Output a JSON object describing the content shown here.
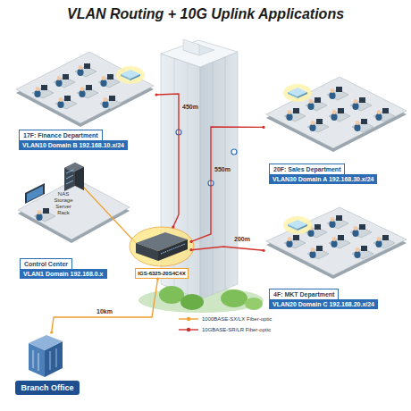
{
  "diagram": {
    "title": "VLAN Routing + 10G Uplink Applications",
    "nodes": [
      {
        "text": [
          "17F: Finance Department",
          "VLAN10 Domain B 192.168.10.x/24"
        ]
      },
      {
        "text": [
          "20F: Sales Department",
          "VLAN30 Domain A 192.168.30.x/24"
        ]
      },
      {
        "text": [
          "Control Center",
          "VLAN1 Domain 192.168.0.x"
        ]
      },
      {
        "text": [
          "IGS-6325-20S4C4X"
        ]
      },
      {
        "text": [
          "4F: MKT Department",
          "VLAN20 Domain C 192.168.20.x/24"
        ]
      },
      {
        "text": [
          "Branch Office"
        ]
      }
    ],
    "edges": [
      {
        "from": 3,
        "to": 0,
        "arrow": "none",
        "label": "450m"
      },
      {
        "from": 3,
        "to": 1,
        "arrow": "none",
        "label": "550m"
      },
      {
        "from": 3,
        "to": 4,
        "arrow": "none",
        "label": "200m"
      },
      {
        "from": 3,
        "to": 5,
        "arrow": "none",
        "label": "10km"
      }
    ],
    "labels": [
      "NAS Storage Server Rack"
    ],
    "legend": [
      {
        "text": "1000BASE-SX/LX Fiber-optic"
      },
      {
        "text": "10GBASE-SR/LR Fiber-optic"
      }
    ]
  }
}
